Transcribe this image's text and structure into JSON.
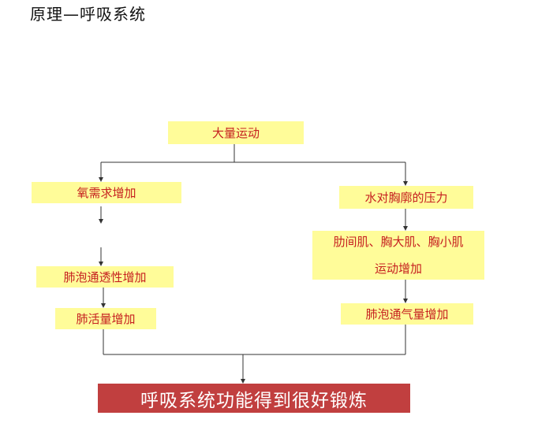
{
  "header": {
    "title": "原理—呼吸系统"
  },
  "flow": {
    "top": "大量运动",
    "left": {
      "oxygen": "氧需求增加",
      "permeability": "肺泡通透性增加",
      "capacity": "肺活量增加"
    },
    "right": {
      "water": "水对胸廓的压力",
      "muscles_line1": "肋间肌、胸大肌、胸小肌",
      "muscles_line2": "运动增加",
      "ventilation": "肺泡通气量增加"
    },
    "result": "呼吸系统功能得到很好锻炼"
  },
  "colors": {
    "node_fill": "#fffc99",
    "node_text": "#c62020",
    "result_fill": "#c13f3f",
    "result_text": "#ffffff",
    "connector": "#333333"
  }
}
